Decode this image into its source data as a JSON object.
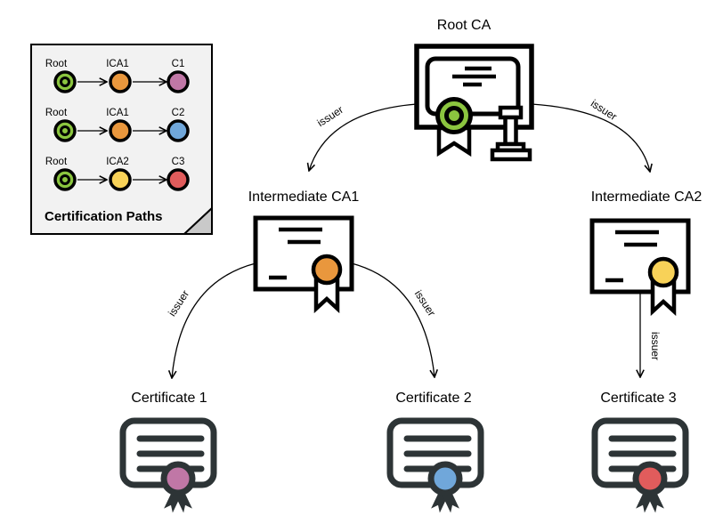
{
  "diagram": {
    "nodes": {
      "root_ca": {
        "label": "Root CA"
      },
      "intermediate_ca1": {
        "label": "Intermediate CA1"
      },
      "intermediate_ca2": {
        "label": "Intermediate CA2"
      },
      "certificate1": {
        "label": "Certificate 1"
      },
      "certificate2": {
        "label": "Certificate 2"
      },
      "certificate3": {
        "label": "Certificate 3"
      }
    },
    "edges": {
      "root_to_ica1": {
        "label": "issuer"
      },
      "root_to_ica2": {
        "label": "issuer"
      },
      "ica1_to_cert1": {
        "label": "issuer"
      },
      "ica1_to_cert2": {
        "label": "issuer"
      },
      "ica2_to_cert3": {
        "label": "issuer"
      }
    }
  },
  "legend": {
    "title": "Certification Paths",
    "rows": [
      {
        "path": [
          "Root",
          "ICA1",
          "C1"
        ]
      },
      {
        "path": [
          "Root",
          "ICA1",
          "C2"
        ]
      },
      {
        "path": [
          "Root",
          "ICA2",
          "C3"
        ]
      }
    ]
  },
  "colors": {
    "root_green": "#8BC53F",
    "ica1_orange": "#E9973D",
    "ica2_yellow": "#F8D258",
    "cert1_purple": "#C077A6",
    "cert2_blue": "#70A7DA",
    "cert3_red": "#E15C5C",
    "dark_outline": "#2D3436",
    "note_fill": "#F2F2F2",
    "note_fold": "#C9C9C9"
  }
}
